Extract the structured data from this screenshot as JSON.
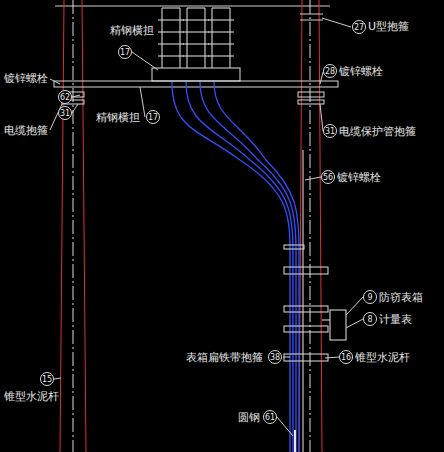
{
  "diagram": {
    "labels": [
      "27",
      "U型抱箍",
      "精钢横担",
      "17",
      "28",
      "镀锌螺栓",
      "镀锌螺栓",
      "62",
      "31",
      "电缆抱箍",
      "精钢横担",
      "17",
      "31",
      "电缆保护管抱箍",
      "56",
      "镀锌螺栓",
      "9",
      "防窃表箱",
      "8",
      "计量表",
      "表箱扁铁带抱箍",
      "38",
      "16",
      "锥型水泥杆",
      "15",
      "锥型水泥杆",
      "圆钢",
      "61"
    ]
  }
}
